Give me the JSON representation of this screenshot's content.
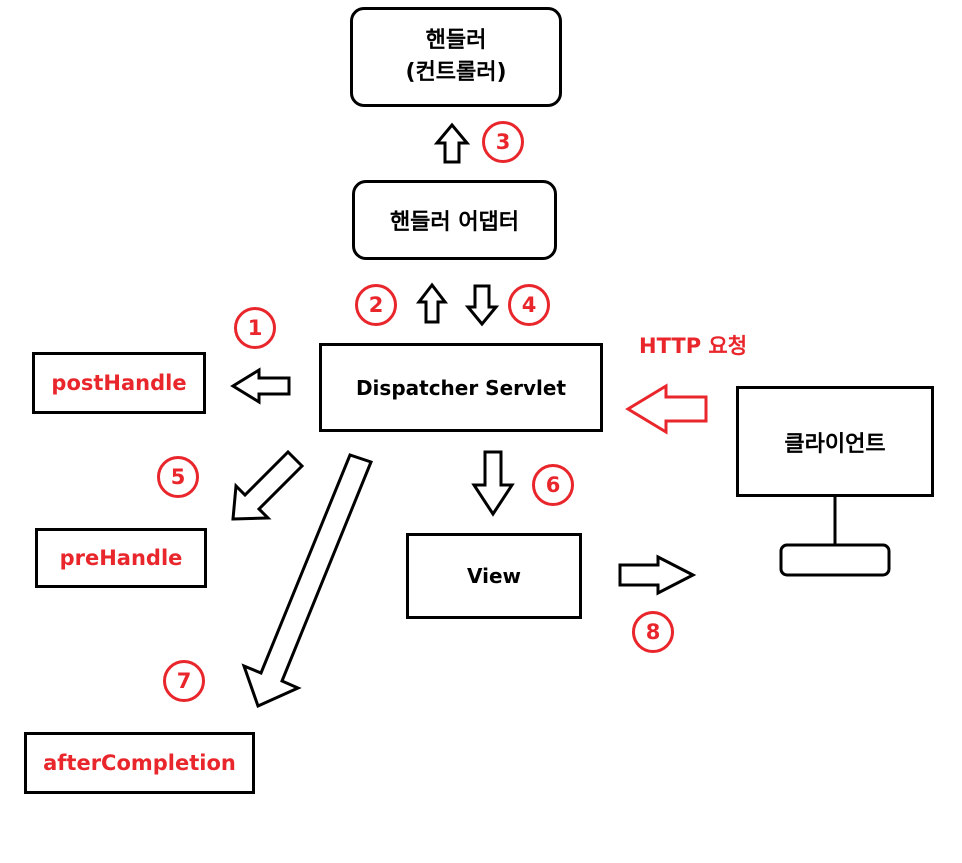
{
  "handler": {
    "line1": "핸들러",
    "line2": "(컨트롤러)"
  },
  "handler_adapter": "핸들러 어댑터",
  "dispatcher": "Dispatcher Servlet",
  "client": "클라이언트",
  "http_request": "HTTP 요청",
  "view": "View",
  "interceptors": {
    "post_handle": "postHandle",
    "pre_handle": "preHandle",
    "after_completion": "afterCompletion"
  },
  "steps": [
    "1",
    "2",
    "3",
    "4",
    "5",
    "6",
    "7",
    "8"
  ],
  "colors": {
    "accent": "#e8262b",
    "stroke": "#000000"
  }
}
